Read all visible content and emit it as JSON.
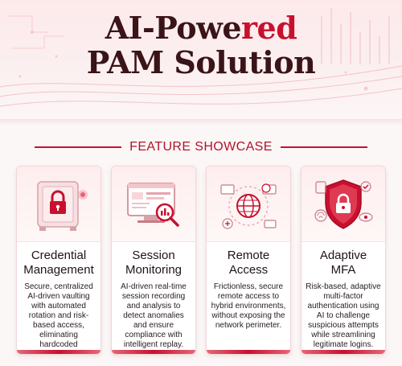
{
  "header": {
    "title_part1": "AI-Powe",
    "title_accent": "red",
    "title_line2": "PAM Solution"
  },
  "section": {
    "heading": "FEATURE SHOWCASE"
  },
  "cards": [
    {
      "icon": "safe-lock-icon",
      "title_line1": "Credential",
      "title_line2": "Management",
      "description": "Secure, centralized AI-driven vaulting with automated rotation and risk-based access, eliminating hardcoded credentials."
    },
    {
      "icon": "monitor-magnifier-icon",
      "title_line1": "Session",
      "title_line2": "Monitoring",
      "description": "AI-driven real-time session recording and analysis to detect anomalies and ensure compliance with intelligent replay."
    },
    {
      "icon": "globe-network-icon",
      "title_line1": "Remote",
      "title_line2": "Access",
      "description": "Frictionless, secure remote access to hybrid environments, without exposing the network perimeter."
    },
    {
      "icon": "shield-fingerprint-icon",
      "title_line1": "Adaptive",
      "title_line2": "MFA",
      "description": "Risk-based, adaptive multi-factor authentication using AI to challenge suspicious attempts while streamlining legitimate logins."
    }
  ],
  "colors": {
    "accent": "#c8102e",
    "title_dark": "#3a1418",
    "card_border": "#f0d6d8"
  }
}
